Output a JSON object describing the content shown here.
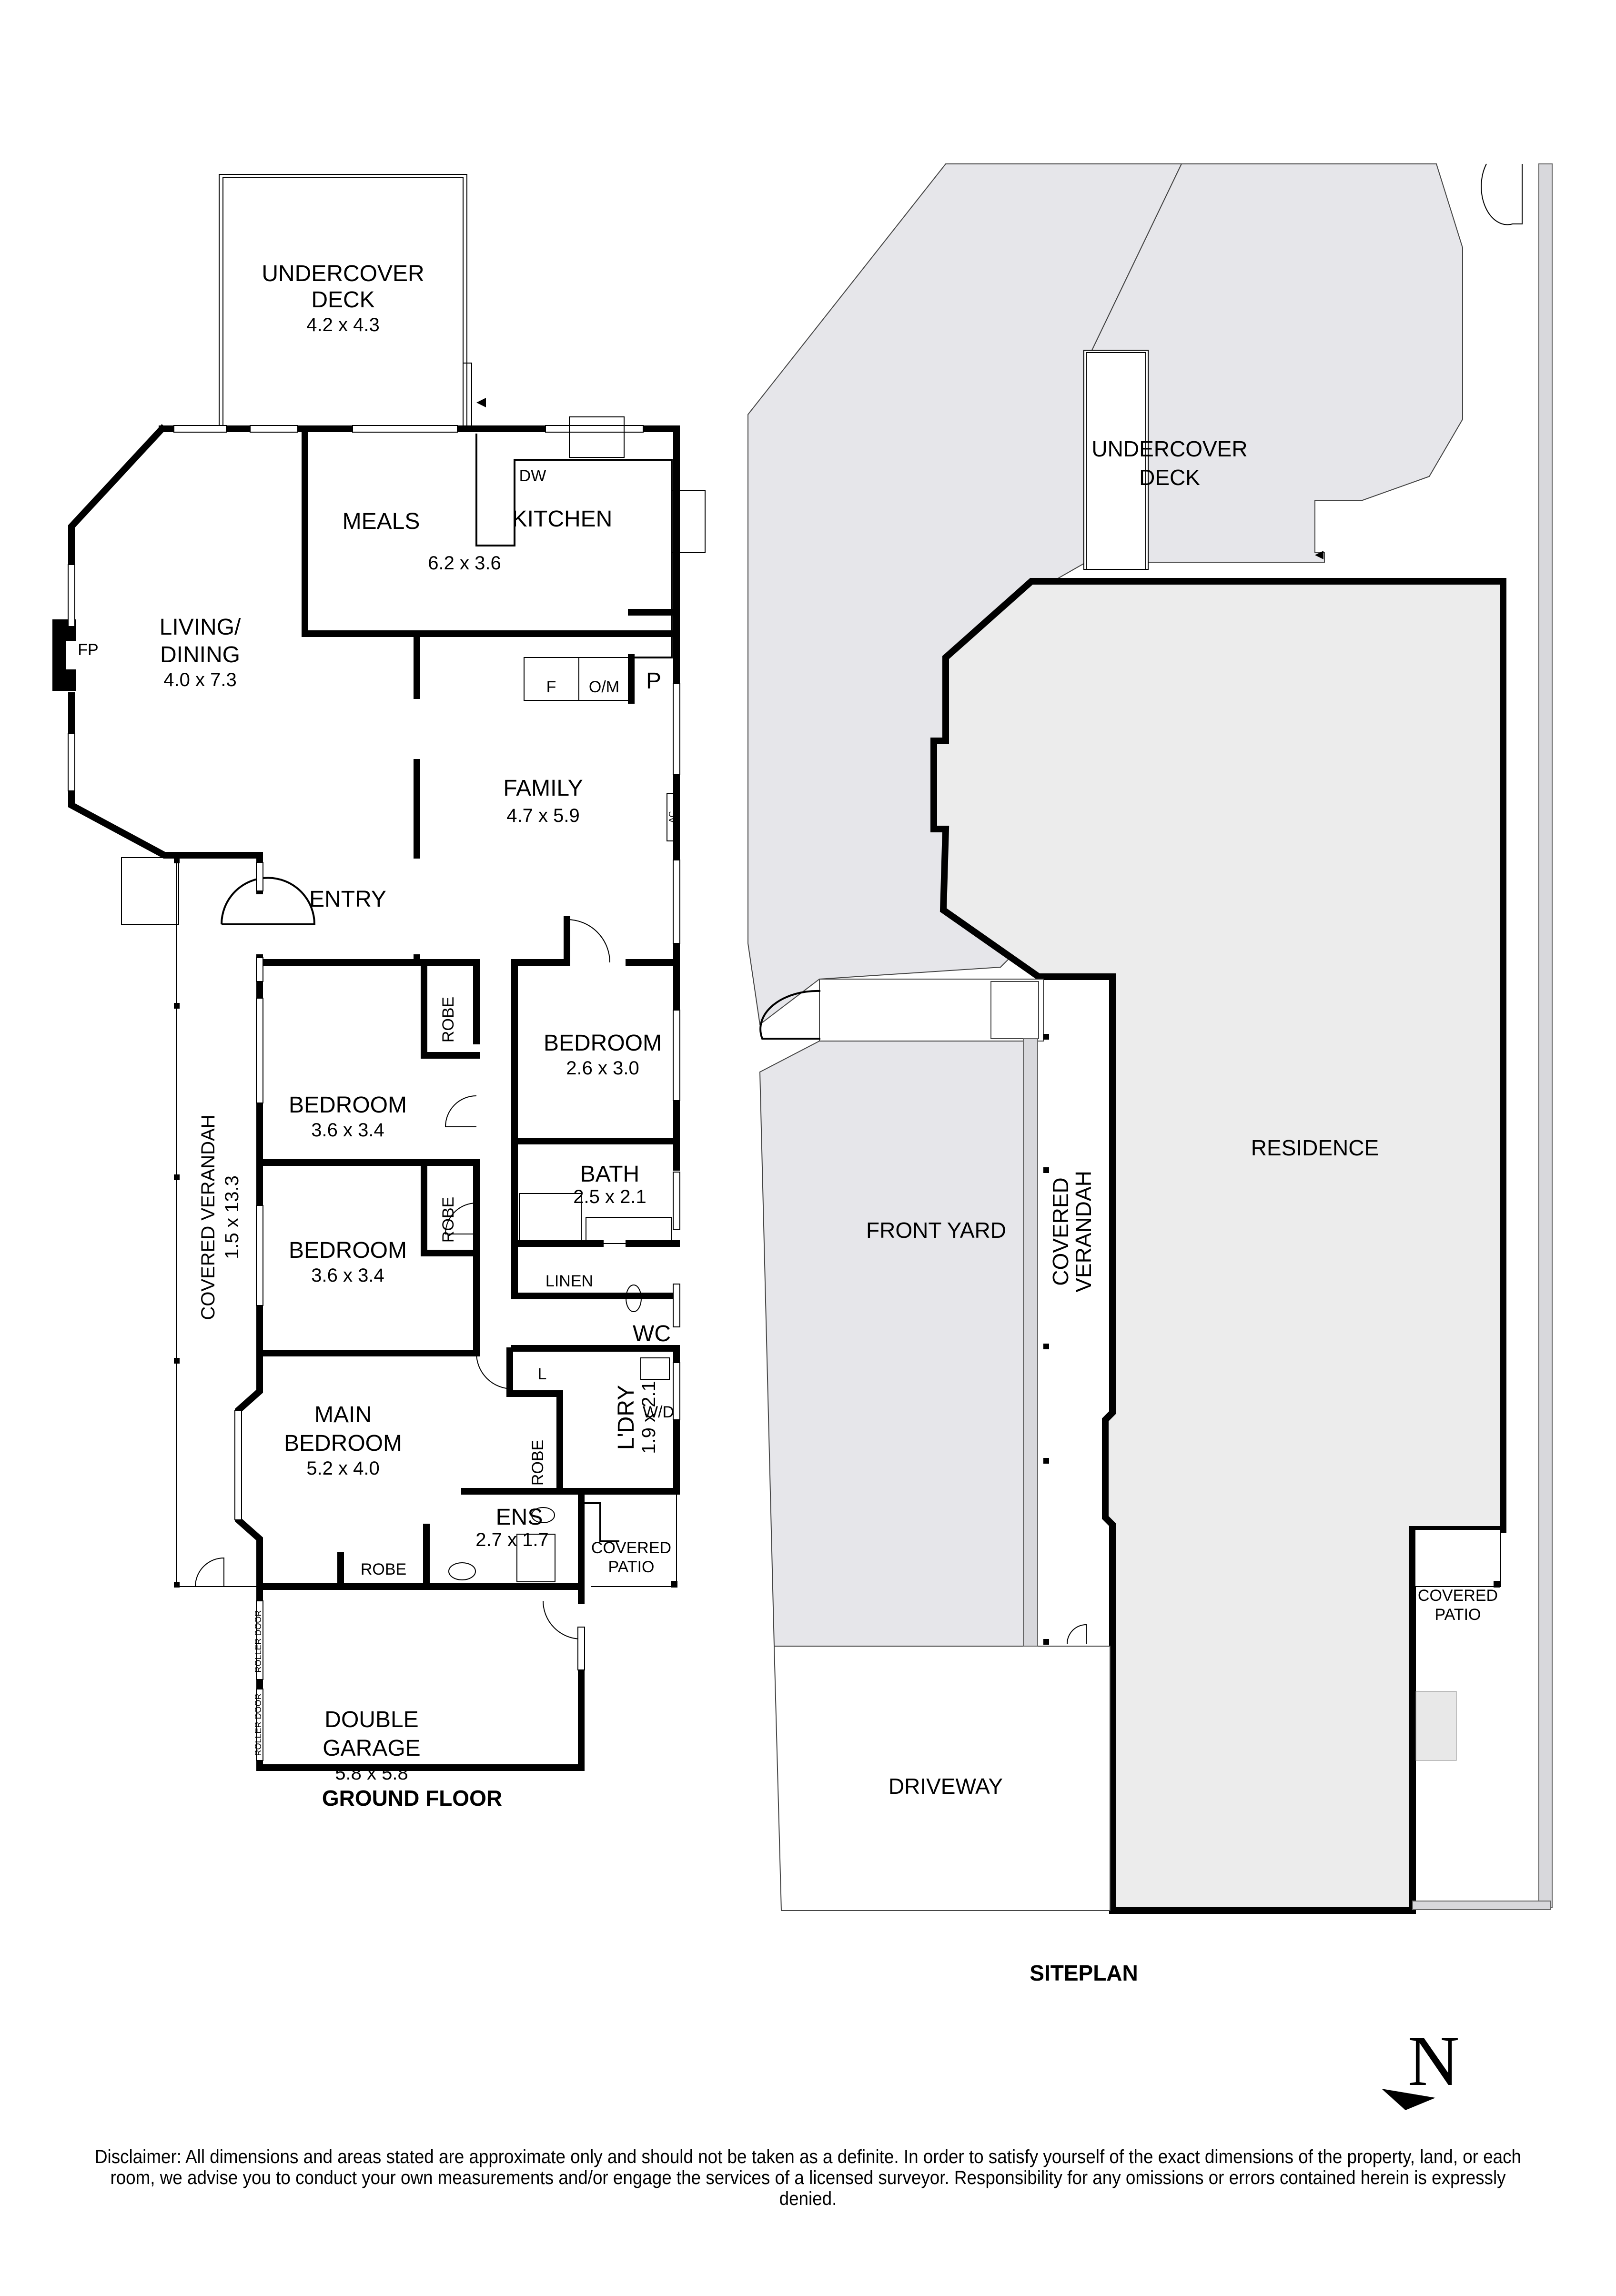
{
  "ground_floor": {
    "title": "GROUND FLOOR",
    "rooms": [
      {
        "id": "undercover-deck",
        "name_lines": [
          "UNDERCOVER",
          "DECK"
        ],
        "dims": "4.2 x 4.3"
      },
      {
        "id": "meals",
        "name": "MEALS"
      },
      {
        "id": "kitchen",
        "name": "KITCHEN",
        "dims": "6.2 x 3.6"
      },
      {
        "id": "living-dining",
        "name_lines": [
          "LIVING/",
          "DINING"
        ],
        "dims": "4.0 x 7.3"
      },
      {
        "id": "family",
        "name": "FAMILY",
        "dims": "4.7 x 5.9"
      },
      {
        "id": "entry",
        "name": "ENTRY"
      },
      {
        "id": "bedroom-2",
        "name": "BEDROOM",
        "dims": "3.6 x 3.4"
      },
      {
        "id": "bedroom-4",
        "name": "BEDROOM",
        "dims": "2.6 x 3.0"
      },
      {
        "id": "bath",
        "name": "BATH",
        "dims": "2.5 x 2.1"
      },
      {
        "id": "bedroom-3",
        "name": "BEDROOM",
        "dims": "3.6 x 3.4"
      },
      {
        "id": "linen",
        "name": "LINEN"
      },
      {
        "id": "wc",
        "name": "WC"
      },
      {
        "id": "main-bedroom",
        "name_lines": [
          "MAIN",
          "BEDROOM"
        ],
        "dims": "5.2 x 4.0"
      },
      {
        "id": "laundry",
        "name": "L'DRY",
        "dims": "1.9 x 2.1"
      },
      {
        "id": "ensuite",
        "name": "ENS",
        "dims": "2.7 x 1.7"
      },
      {
        "id": "covered-patio",
        "name_lines": [
          "COVERED",
          "PATIO"
        ]
      },
      {
        "id": "double-garage",
        "name_lines": [
          "DOUBLE",
          "GARAGE"
        ],
        "dims": "5.8 x 5.8"
      },
      {
        "id": "covered-verandah",
        "name": "COVERED VERANDAH",
        "dims": "1.5 x 13.3"
      }
    ],
    "fixtures": {
      "dw": "DW",
      "fridge": "F",
      "oven_microwave": "O/M",
      "pantry": "P",
      "fireplace": "FP",
      "ac": "AC",
      "robe": "ROBE",
      "linen_cupboard": "L",
      "washer_dryer": "W/D",
      "roller_door": "ROLLER DOOR"
    }
  },
  "siteplan": {
    "title": "SITEPLAN",
    "areas": [
      {
        "id": "undercover-deck",
        "name_lines": [
          "UNDERCOVER",
          "DECK"
        ]
      },
      {
        "id": "residence",
        "name": "RESIDENCE"
      },
      {
        "id": "front-yard",
        "name": "FRONT YARD"
      },
      {
        "id": "covered-verandah",
        "name_lines": [
          "COVERED",
          "VERANDAH"
        ]
      },
      {
        "id": "covered-patio",
        "name_lines": [
          "COVERED",
          "PATIO"
        ]
      },
      {
        "id": "driveway",
        "name": "DRIVEWAY"
      }
    ]
  },
  "compass": {
    "label": "N"
  },
  "disclaimer": "Disclaimer: All dimensions and areas stated are approximate only and should not be taken as a definite. In order to satisfy yourself of the exact dimensions of the property, land, or each room, we advise you to conduct your own measurements and/or engage the services of a licensed surveyor. Responsibility for any omissions or errors contained herein is expressly denied.",
  "colors": {
    "wall": "#000000",
    "landscape": "#e6e6ea",
    "residence": "#ececec",
    "background": "#ffffff"
  }
}
